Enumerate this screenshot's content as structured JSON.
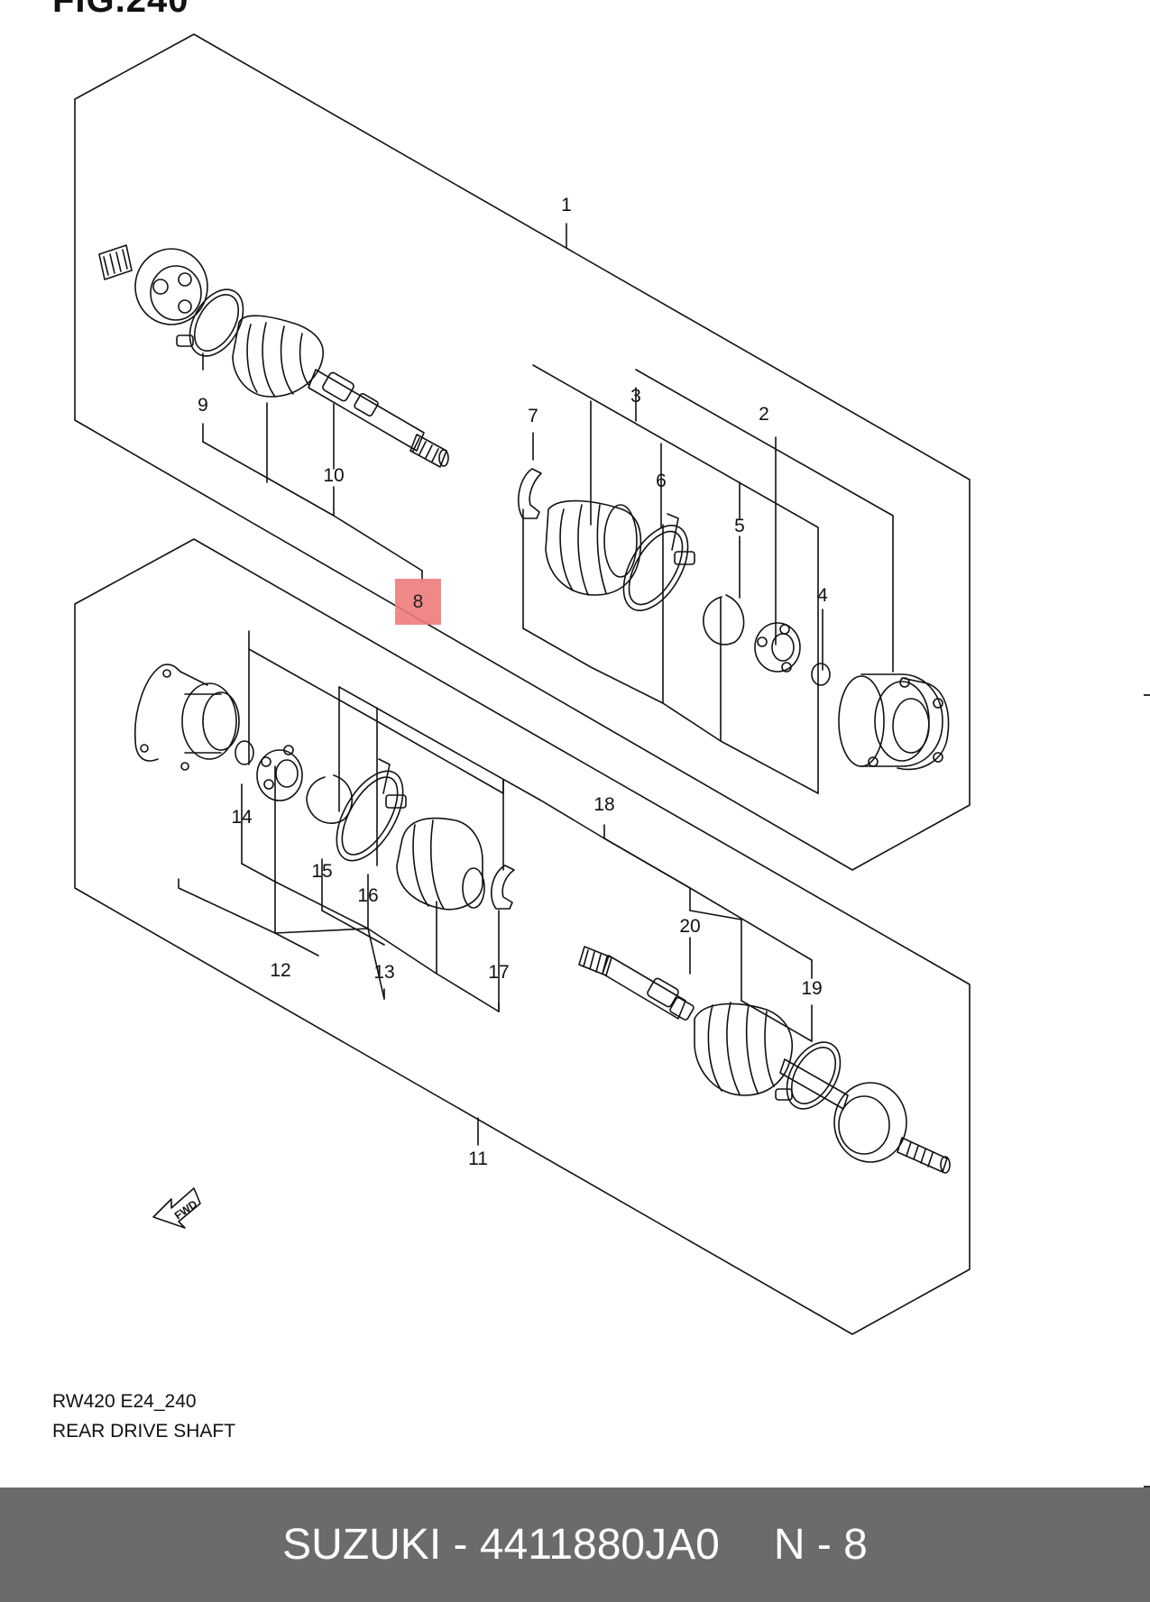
{
  "figure": {
    "title": "FIG.240"
  },
  "callouts": [
    {
      "id": "1",
      "label": "1"
    },
    {
      "id": "2",
      "label": "2"
    },
    {
      "id": "3",
      "label": "3"
    },
    {
      "id": "4",
      "label": "4"
    },
    {
      "id": "5",
      "label": "5"
    },
    {
      "id": "6",
      "label": "6"
    },
    {
      "id": "7",
      "label": "7"
    },
    {
      "id": "8",
      "label": "8"
    },
    {
      "id": "9",
      "label": "9"
    },
    {
      "id": "10",
      "label": "10"
    },
    {
      "id": "11",
      "label": "11"
    },
    {
      "id": "12",
      "label": "12"
    },
    {
      "id": "13",
      "label": "13"
    },
    {
      "id": "14",
      "label": "14"
    },
    {
      "id": "15",
      "label": "15"
    },
    {
      "id": "16",
      "label": "16"
    },
    {
      "id": "17",
      "label": "17"
    },
    {
      "id": "18",
      "label": "18"
    },
    {
      "id": "19",
      "label": "19"
    },
    {
      "id": "20",
      "label": "20"
    }
  ],
  "highlight": {
    "label": "8",
    "color": "#f07b7b"
  },
  "fwd_arrow": {
    "label": "FWD"
  },
  "caption": {
    "code": "RW420 E24_240",
    "name": "REAR DRIVE SHAFT"
  },
  "footer": {
    "brand_part": "SUZUKI - 4411880JA0",
    "ref": "N - 8",
    "background": "#6b6b6b"
  }
}
